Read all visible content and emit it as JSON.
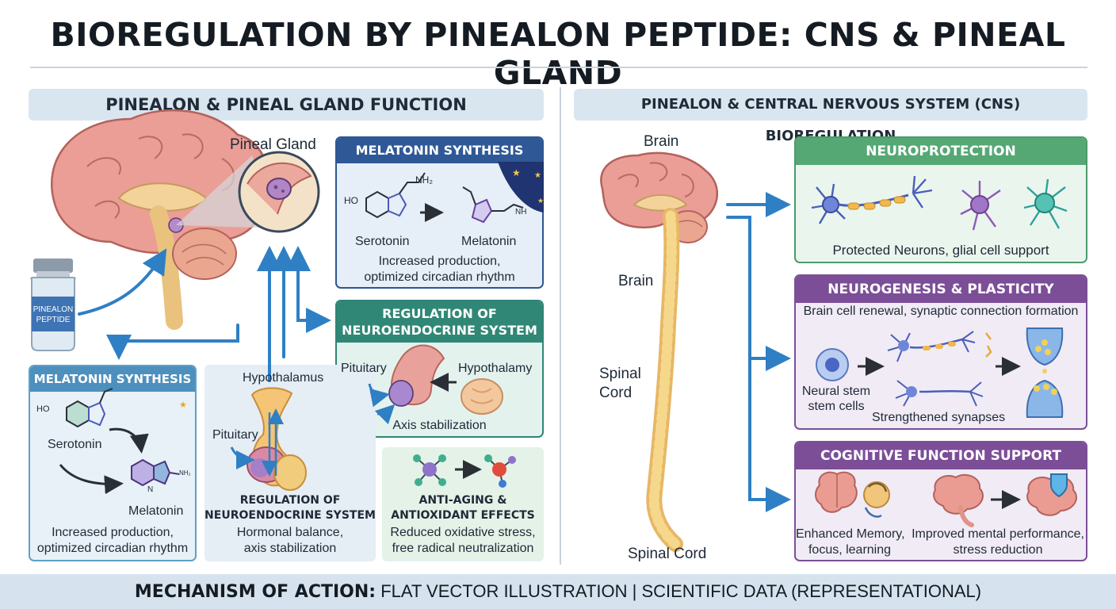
{
  "title": "BIOREGULATION BY PINEALON PEPTIDE: CNS & PINEAL GLAND",
  "left_section": {
    "header": "PINEALON & PINEAL GLAND FUNCTION",
    "pineal_gland_label": "Pineal Gland",
    "vial_label_line1": "PINEALON",
    "vial_label_line2": "PEPTIDE",
    "melatonin_card": {
      "title": "MELATONIN SYNTHESIS",
      "chem_ho": "HO",
      "chem_nh2": "NH₂",
      "chem_nh": "NH",
      "serotonin": "Serotonin",
      "melatonin": "Melatonin",
      "desc_line1": "Increased production,",
      "desc_line2": "optimized circadian rhythm"
    },
    "regulation_card": {
      "title_line1": "REGULATION OF",
      "title_line2": "NEUROENDOCRINE SYSTEM",
      "pituitary": "Pituitary",
      "hypothalamy": "Hypothalamy",
      "caption": "Axis stabilization"
    },
    "melatonin_card_lower": {
      "title": "MELATONIN SYNTHESIS",
      "chem_ho": "HO",
      "chem_n": "N",
      "chem_nh2": "NH₂",
      "serotonin": "Serotonin",
      "melatonin": "Melatonin",
      "desc_line1": "Increased production,",
      "desc_line2": "optimized circadian rhythm"
    },
    "neuroendocrine_panel": {
      "hypothalamus": "Hypothalamus",
      "pituitary": "Pituitary",
      "title_line1": "REGULATION OF",
      "title_line2": "NEUROENDOCRINE SYSTEM",
      "desc_line1": "Hormonal balance,",
      "desc_line2": "axis stabilization"
    },
    "antiaging_panel": {
      "title_line1": "ANTI-AGING &",
      "title_line2": "ANTIOXIDANT EFFECTS",
      "desc_line1": "Reduced oxidative stress,",
      "desc_line2": "free radical neutralization"
    }
  },
  "right_section": {
    "header": "PINEALON & CENTRAL NERVOUS SYSTEM (CNS) BIOREGULATION",
    "brain_top": "Brain",
    "brain_mid": "Brain",
    "spinal_cord_line1": "Spinal",
    "spinal_cord_line2": "Cord",
    "spinal_cord_bottom": "Spinal Cord",
    "neuroprotection": {
      "title": "NEUROPROTECTION",
      "caption": "Protected Neurons, glial cell support"
    },
    "neurogenesis": {
      "title": "NEUROGENESIS & PLASTICITY",
      "subtitle": "Brain cell renewal, synaptic connection formation",
      "stem_line1": "Neural stem",
      "stem_line2": "stem cells",
      "synapses": "Strengthened synapses"
    },
    "cognitive": {
      "title": "COGNITIVE FUNCTION SUPPORT",
      "left_line1": "Enhanced Memory,",
      "left_line2": "focus, learning",
      "right_line1": "Improved mental performance,",
      "right_line2": "stress reduction"
    }
  },
  "footer": {
    "bold": "MECHANISM OF ACTION:",
    "rest": " FLAT VECTOR ILLUSTRATION | SCIENTIFIC DATA (REPRESENTATIONAL)"
  },
  "colors": {
    "arrow_blue": "#2f7fc4",
    "navy_header": "#2f5896",
    "teal_header": "#318776",
    "light_blue_header": "#4d8fbd",
    "green_header": "#55a874",
    "purple_header": "#7c4e98",
    "brain_pink": "#e79a93",
    "spine_yellow": "#f2cf7a"
  }
}
